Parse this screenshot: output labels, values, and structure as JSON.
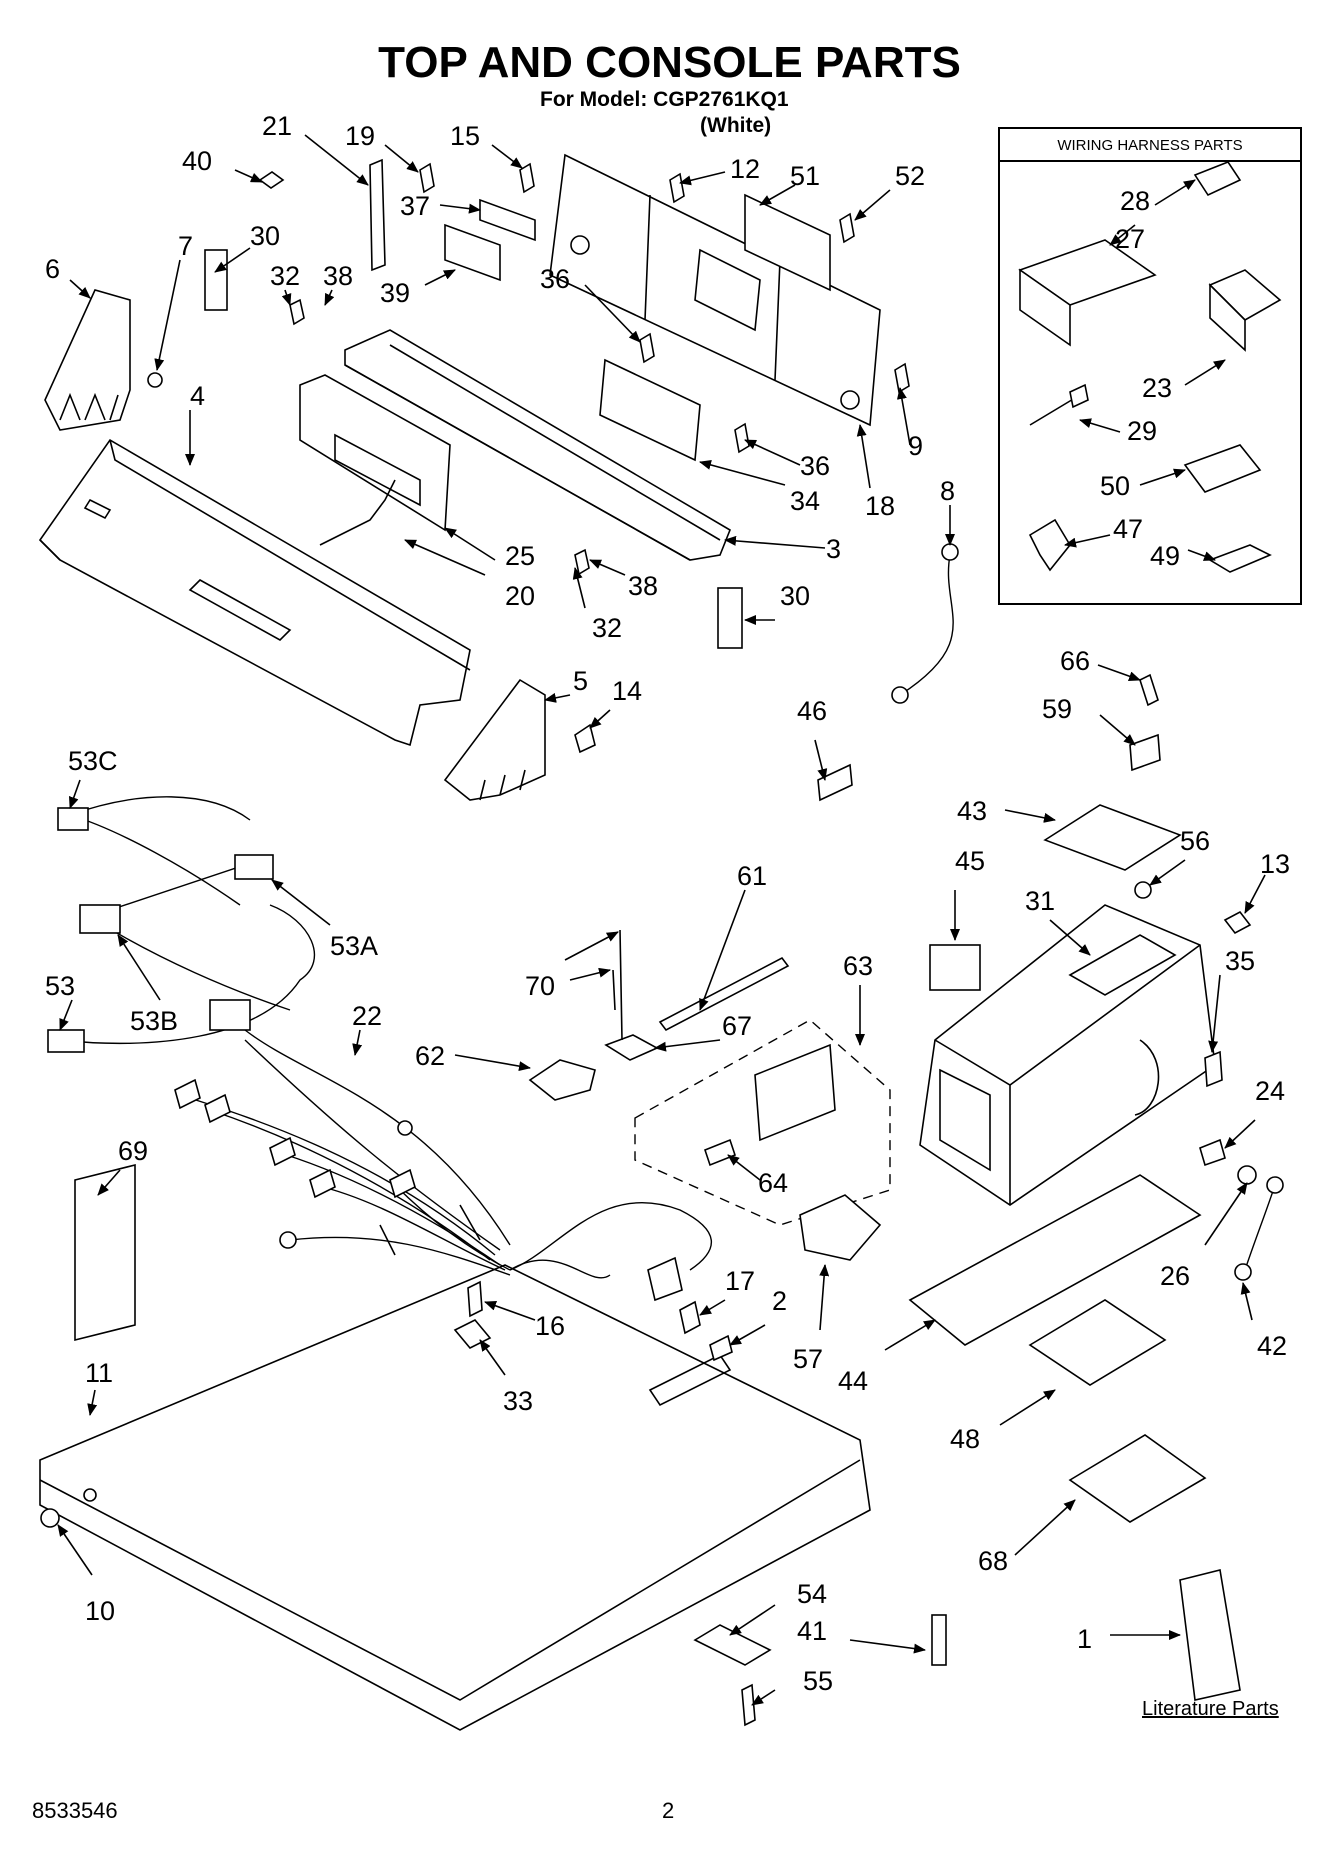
{
  "header": {
    "title": "TOP AND CONSOLE PARTS",
    "model_line": "For Model: CGP2761KQ1",
    "color_line": "(White)"
  },
  "harness_box": {
    "title": "WIRING HARNESS PARTS"
  },
  "literature": {
    "label": "Literature Parts"
  },
  "footer": {
    "doc_number": "8533546",
    "page_number": "2"
  },
  "callouts": [
    {
      "id": "c40",
      "text": "40"
    },
    {
      "id": "c21",
      "text": "21"
    },
    {
      "id": "c19",
      "text": "19"
    },
    {
      "id": "c15",
      "text": "15"
    },
    {
      "id": "c12",
      "text": "12"
    },
    {
      "id": "c51",
      "text": "51"
    },
    {
      "id": "c52",
      "text": "52"
    },
    {
      "id": "c37",
      "text": "37"
    },
    {
      "id": "c39",
      "text": "39"
    },
    {
      "id": "c30a",
      "text": "30"
    },
    {
      "id": "c6",
      "text": "6"
    },
    {
      "id": "c7",
      "text": "7"
    },
    {
      "id": "c32a",
      "text": "32"
    },
    {
      "id": "c38a",
      "text": "38"
    },
    {
      "id": "c36a",
      "text": "36"
    },
    {
      "id": "c36b",
      "text": "36"
    },
    {
      "id": "c9",
      "text": "9"
    },
    {
      "id": "c4",
      "text": "4"
    },
    {
      "id": "c34",
      "text": "34"
    },
    {
      "id": "c18",
      "text": "18"
    },
    {
      "id": "c3",
      "text": "3"
    },
    {
      "id": "c8",
      "text": "8"
    },
    {
      "id": "c25",
      "text": "25"
    },
    {
      "id": "c20",
      "text": "20"
    },
    {
      "id": "c38b",
      "text": "38"
    },
    {
      "id": "c32b",
      "text": "32"
    },
    {
      "id": "c30b",
      "text": "30"
    },
    {
      "id": "c5",
      "text": "5"
    },
    {
      "id": "c14",
      "text": "14"
    },
    {
      "id": "c28",
      "text": "28"
    },
    {
      "id": "c27",
      "text": "27"
    },
    {
      "id": "c23",
      "text": "23"
    },
    {
      "id": "c29",
      "text": "29"
    },
    {
      "id": "c50",
      "text": "50"
    },
    {
      "id": "c47",
      "text": "47"
    },
    {
      "id": "c49",
      "text": "49"
    },
    {
      "id": "c66",
      "text": "66"
    },
    {
      "id": "c59",
      "text": "59"
    },
    {
      "id": "c46",
      "text": "46"
    },
    {
      "id": "c53C",
      "text": "53C"
    },
    {
      "id": "c43",
      "text": "43"
    },
    {
      "id": "c56",
      "text": "56"
    },
    {
      "id": "c61",
      "text": "61"
    },
    {
      "id": "c45",
      "text": "45"
    },
    {
      "id": "c31",
      "text": "31"
    },
    {
      "id": "c13",
      "text": "13"
    },
    {
      "id": "c53A",
      "text": "53A"
    },
    {
      "id": "c35",
      "text": "35"
    },
    {
      "id": "c53",
      "text": "53"
    },
    {
      "id": "c70",
      "text": "70"
    },
    {
      "id": "c63",
      "text": "63"
    },
    {
      "id": "c53B",
      "text": "53B"
    },
    {
      "id": "c22",
      "text": "22"
    },
    {
      "id": "c67",
      "text": "67"
    },
    {
      "id": "c62",
      "text": "62"
    },
    {
      "id": "c24",
      "text": "24"
    },
    {
      "id": "c69",
      "text": "69"
    },
    {
      "id": "c64",
      "text": "64"
    },
    {
      "id": "c26",
      "text": "26"
    },
    {
      "id": "c17",
      "text": "17"
    },
    {
      "id": "c2",
      "text": "2"
    },
    {
      "id": "c16",
      "text": "16"
    },
    {
      "id": "c57",
      "text": "57"
    },
    {
      "id": "c44",
      "text": "44"
    },
    {
      "id": "c42",
      "text": "42"
    },
    {
      "id": "c33",
      "text": "33"
    },
    {
      "id": "c11",
      "text": "11"
    },
    {
      "id": "c48",
      "text": "48"
    },
    {
      "id": "c68",
      "text": "68"
    },
    {
      "id": "c54",
      "text": "54"
    },
    {
      "id": "c41",
      "text": "41"
    },
    {
      "id": "c55",
      "text": "55"
    },
    {
      "id": "c1",
      "text": "1"
    },
    {
      "id": "c10",
      "text": "10"
    }
  ]
}
